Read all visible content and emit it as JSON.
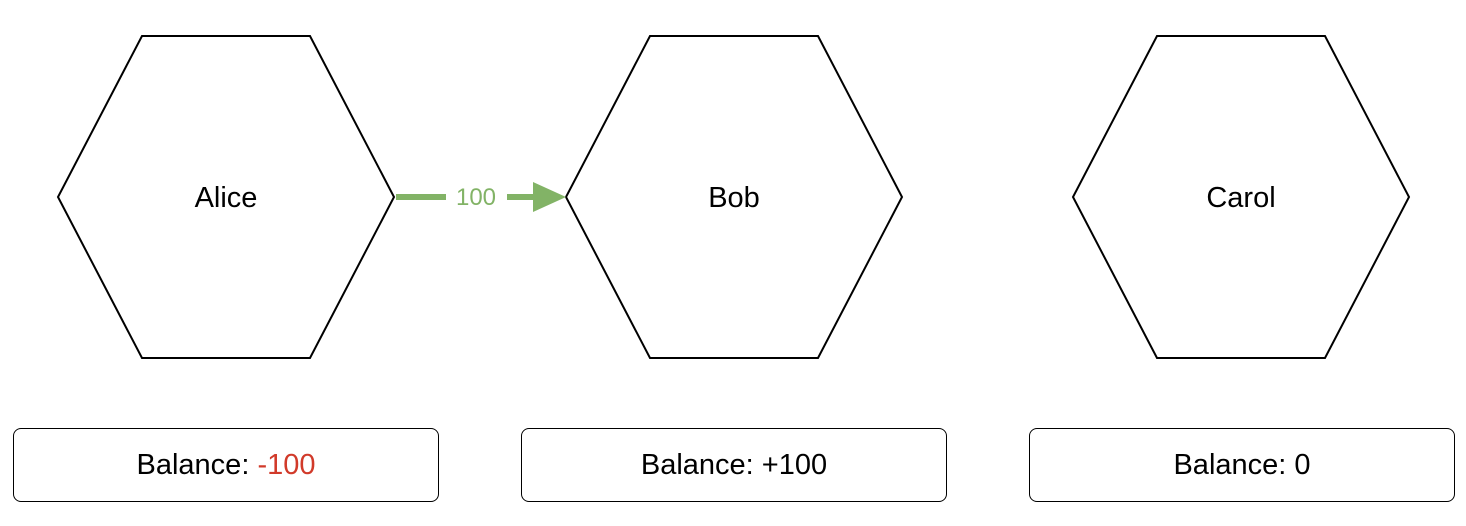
{
  "colors": {
    "edge": "#82b366",
    "negative": "#d13a2a",
    "neutral": "#000000"
  },
  "nodes": [
    {
      "id": "alice",
      "label": "Alice",
      "balance_label": "Balance: ",
      "balance_value": "-100",
      "balance_sign": "negative"
    },
    {
      "id": "bob",
      "label": "Bob",
      "balance_label": "Balance: ",
      "balance_value": "+100",
      "balance_sign": "positive"
    },
    {
      "id": "carol",
      "label": "Carol",
      "balance_label": "Balance: ",
      "balance_value": "0",
      "balance_sign": "neutral"
    }
  ],
  "edges": [
    {
      "from": "alice",
      "to": "bob",
      "label": "100"
    }
  ]
}
